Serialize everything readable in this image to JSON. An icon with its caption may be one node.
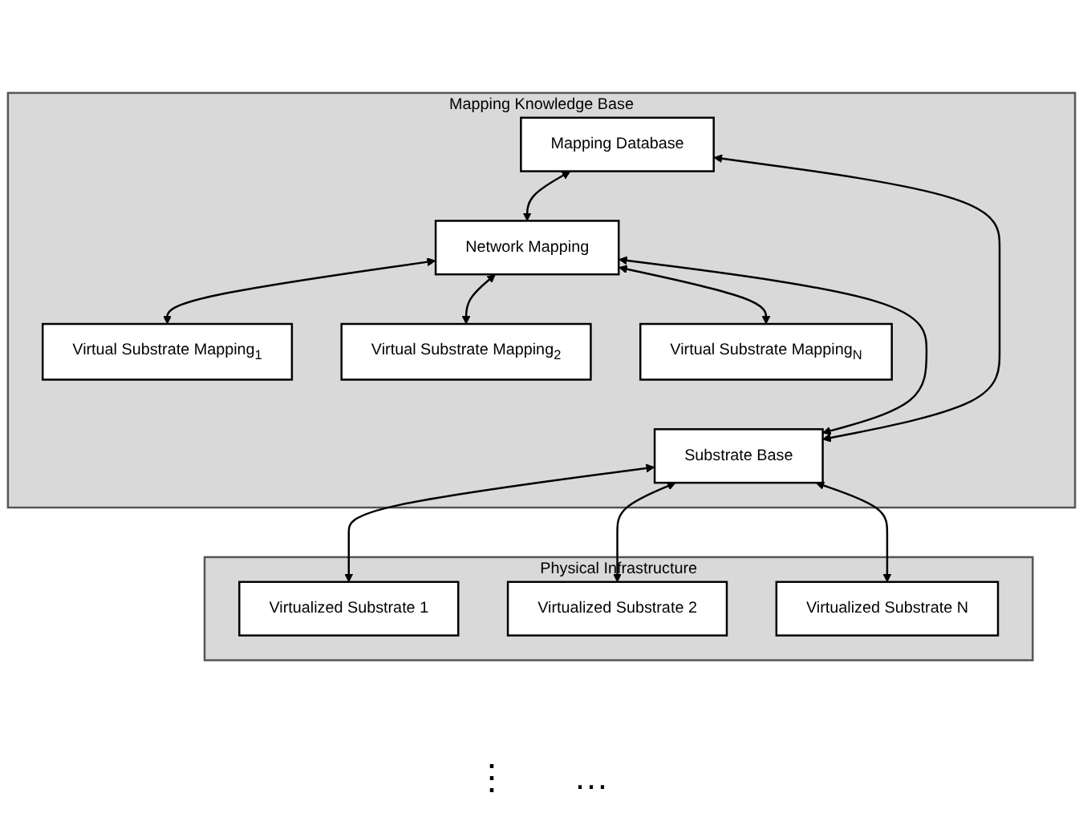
{
  "diagram": {
    "nodes": [
      {
        "text": [
          "Mapping Knowledge Base"
        ]
      },
      {
        "text": [
          "Mapping Database"
        ],
        "in": 0
      },
      {
        "text": [
          "Network Mapping"
        ],
        "in": 0
      },
      {
        "text": [
          "Virtual Substrate Mapping$_{1}$"
        ],
        "in": 0
      },
      {
        "text": [
          "Virtual Substrate Mapping$_{2}$"
        ],
        "in": 0
      },
      {
        "text": [
          "Virtual Substrate Mapping$_{N}$"
        ],
        "in": 0
      },
      {
        "text": [
          "Substrate Base"
        ],
        "in": 0
      },
      {
        "text": [
          "Physical Infrastructure"
        ]
      },
      {
        "text": [
          "Virtualized Substrate 1"
        ],
        "in": 7
      },
      {
        "text": [
          "Virtualized Substrate 2"
        ],
        "in": 7
      },
      {
        "text": [
          "Virtualized Substrate N"
        ],
        "in": 7
      }
    ],
    "edges": [
      {
        "from": 1,
        "to": 2,
        "arrow": "both"
      },
      {
        "from": 2,
        "to": 3,
        "arrow": "both"
      },
      {
        "from": 2,
        "to": 4,
        "arrow": "both"
      },
      {
        "from": 2,
        "to": 5,
        "arrow": "both"
      },
      {
        "from": 1,
        "to": 6,
        "arrow": "both"
      },
      {
        "from": 2,
        "to": 6,
        "arrow": "both"
      },
      {
        "from": 6,
        "to": 8,
        "arrow": "both"
      },
      {
        "from": 6,
        "to": 9,
        "arrow": "both"
      },
      {
        "from": 6,
        "to": 10,
        "arrow": "both"
      }
    ],
    "labels": [
      "⋮",
      "…"
    ]
  }
}
